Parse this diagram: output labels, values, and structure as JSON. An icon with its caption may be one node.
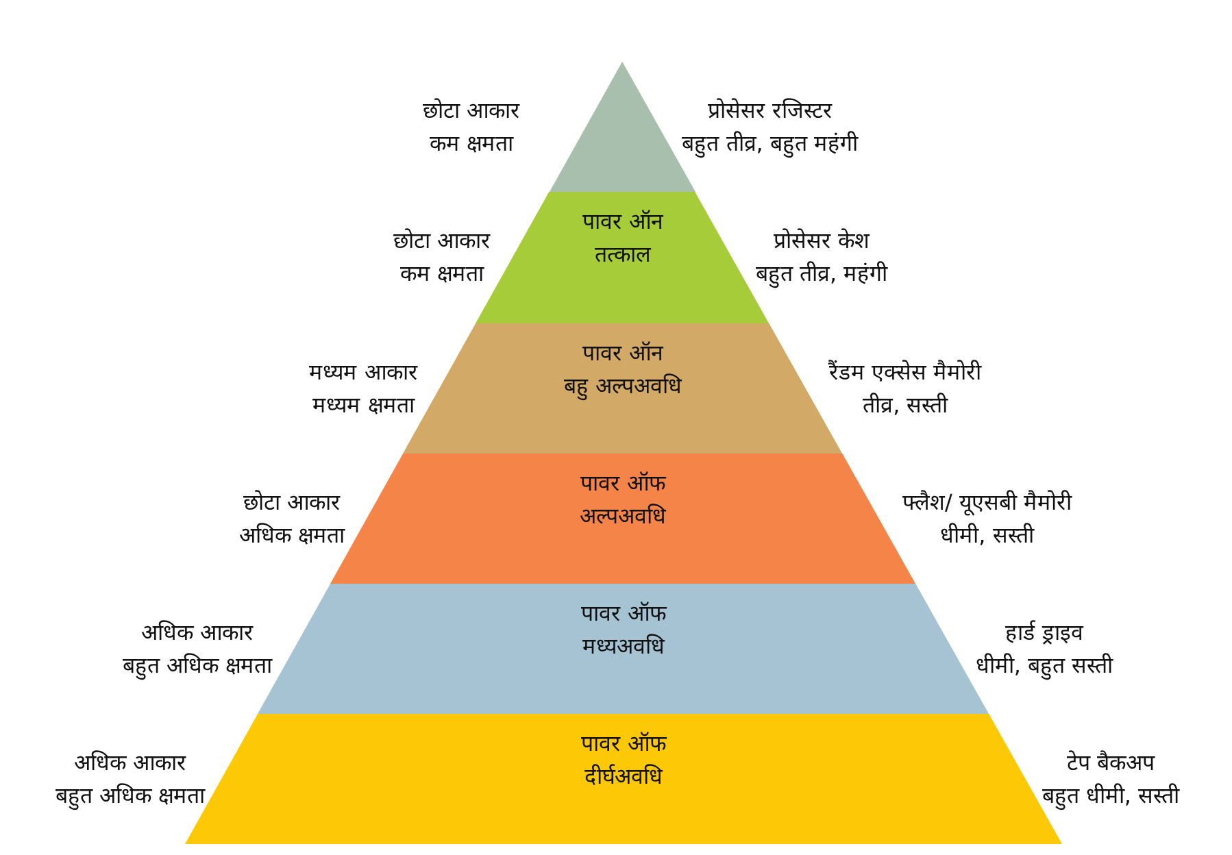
{
  "diagram": {
    "nodes": [
      {
        "text": [],
        "shape": "triangle",
        "beside": [
          "छोटा आकार कम क्षमता",
          "प्रोसेसर रजिस्टर बहुत तीव्र, बहुत महंगी"
        ]
      },
      {
        "text": [
          "पावर ऑन तत्काल"
        ],
        "beside": [
          "छोटा आकार कम क्षमता",
          "प्रोसेसर केश बहुत तीव्र, महंगी"
        ]
      },
      {
        "text": [
          "पावर ऑन बहु अल्पअवधि"
        ],
        "beside": [
          "मध्यम आकार मध्यम क्षमता",
          "रैंडम एक्सेस मैमोरी तीव्र, सस्ती"
        ]
      },
      {
        "text": [
          "पावर ऑफ अल्पअवधि"
        ],
        "beside": [
          "छोटा आकार अधिक क्षमता",
          "फ्लैश/ यूएसबी मैमोरी धीमी, सस्ती"
        ]
      },
      {
        "text": [
          "पावर ऑफ मध्यअवधि"
        ],
        "beside": [
          "अधिक आकार बहुत अधिक क्षमता",
          "हार्ड ड्राइव धीमी, बहुत सस्ती"
        ]
      },
      {
        "text": [
          "पावर ऑफ दीर्घअवधि"
        ],
        "beside": [
          "अधिक आकार बहुत अधिक क्षमता",
          "टेप बैकअप बहुत धीमी, सस्ती"
        ]
      }
    ]
  }
}
